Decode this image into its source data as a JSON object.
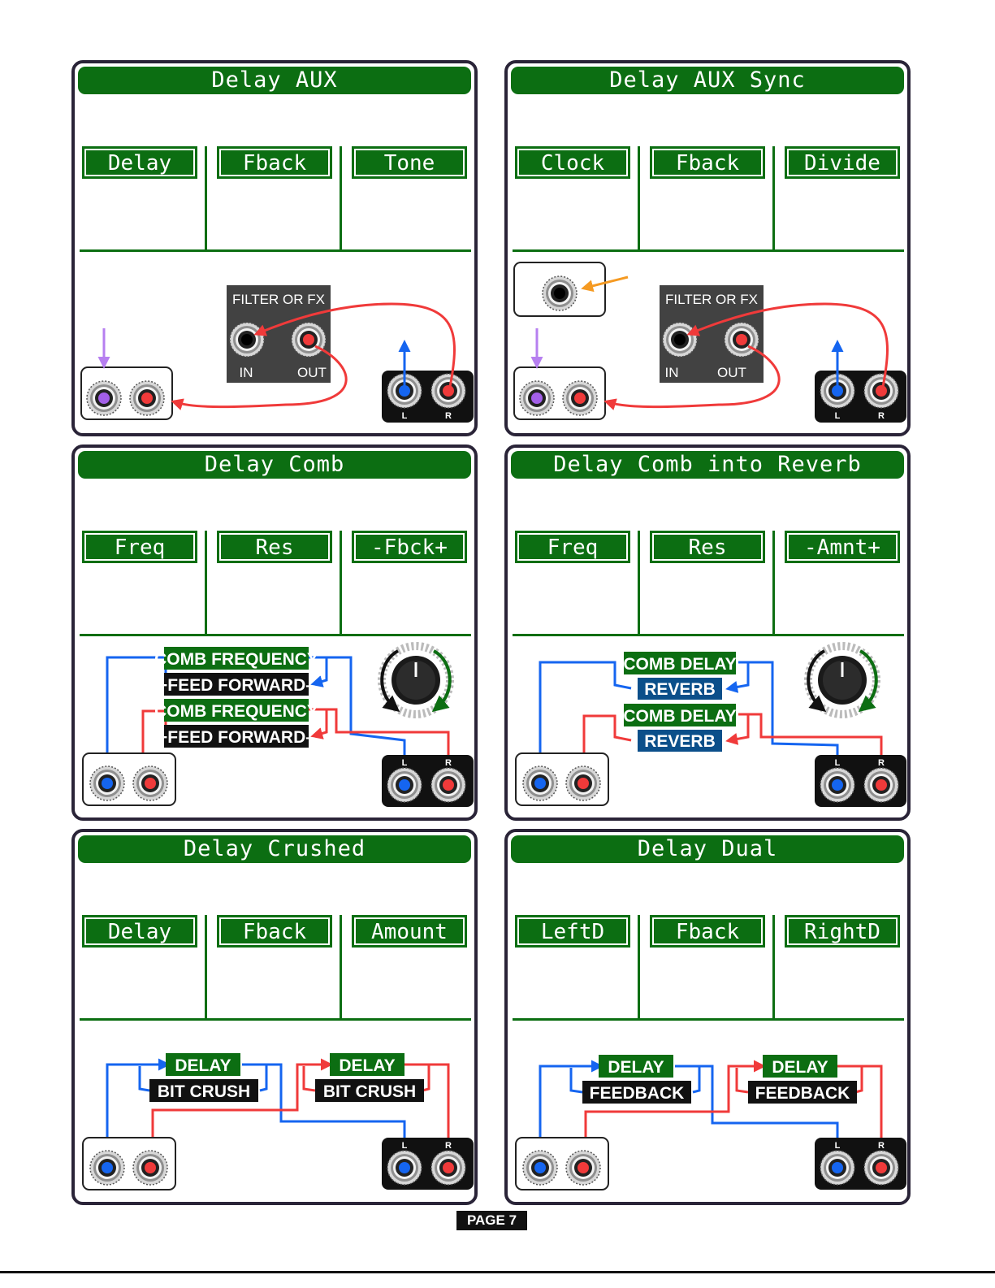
{
  "page": {
    "label": "PAGE 7"
  },
  "cards": [
    {
      "title": "Delay AUX",
      "params": [
        "Delay",
        "Fback",
        "Tone"
      ],
      "fx_block": {
        "title": "FILTER OR FX",
        "in_label": "IN",
        "out_label": "OUT"
      },
      "output_labels": {
        "left": "L",
        "right": "R"
      }
    },
    {
      "title": "Delay AUX Sync",
      "params": [
        "Clock",
        "Fback",
        "Divide"
      ],
      "fx_block": {
        "title": "FILTER OR FX",
        "in_label": "IN",
        "out_label": "OUT"
      },
      "output_labels": {
        "left": "L",
        "right": "R"
      }
    },
    {
      "title": "Delay Comb",
      "params": [
        "Freq",
        "Res",
        "-Fbck+"
      ],
      "routing": [
        {
          "top": "COMB FREQUENCY",
          "bottom": "+FEED FORWARD–"
        },
        {
          "top": "COMB FREQUENCY",
          "bottom": "+FEED FORWARD–"
        }
      ],
      "output_labels": {
        "left": "L",
        "right": "R"
      }
    },
    {
      "title": "Delay Comb into Reverb",
      "params": [
        "Freq",
        "Res",
        "-Amnt+"
      ],
      "routing": [
        {
          "top": "COMB DELAY",
          "bottom": "REVERB"
        },
        {
          "top": "COMB DELAY",
          "bottom": "REVERB"
        }
      ],
      "output_labels": {
        "left": "L",
        "right": "R"
      }
    },
    {
      "title": "Delay Crushed",
      "params": [
        "Delay",
        "Fback",
        "Amount"
      ],
      "routing": [
        {
          "top": "DELAY",
          "bottom": "BIT CRUSH"
        },
        {
          "top": "DELAY",
          "bottom": "BIT CRUSH"
        }
      ],
      "output_labels": {
        "left": "L",
        "right": "R"
      }
    },
    {
      "title": "Delay Dual",
      "params": [
        "LeftD",
        "Fback",
        "RightD"
      ],
      "routing": [
        {
          "top": "DELAY",
          "bottom": "FEEDBACK"
        },
        {
          "top": "DELAY",
          "bottom": "FEEDBACK"
        }
      ],
      "output_labels": {
        "left": "L",
        "right": "R"
      }
    }
  ],
  "colors": {
    "panel_green": "#0c6e12",
    "cable_blue": "#1565f0",
    "cable_red": "#f03a3a",
    "cable_purple": "#b67ff0",
    "cable_orange": "#f59a22",
    "label_blue": "#0b4f8a",
    "frame_dark": "#2a2438"
  },
  "icons": [
    "jack-icon",
    "knob-icon",
    "arrow-icon"
  ]
}
